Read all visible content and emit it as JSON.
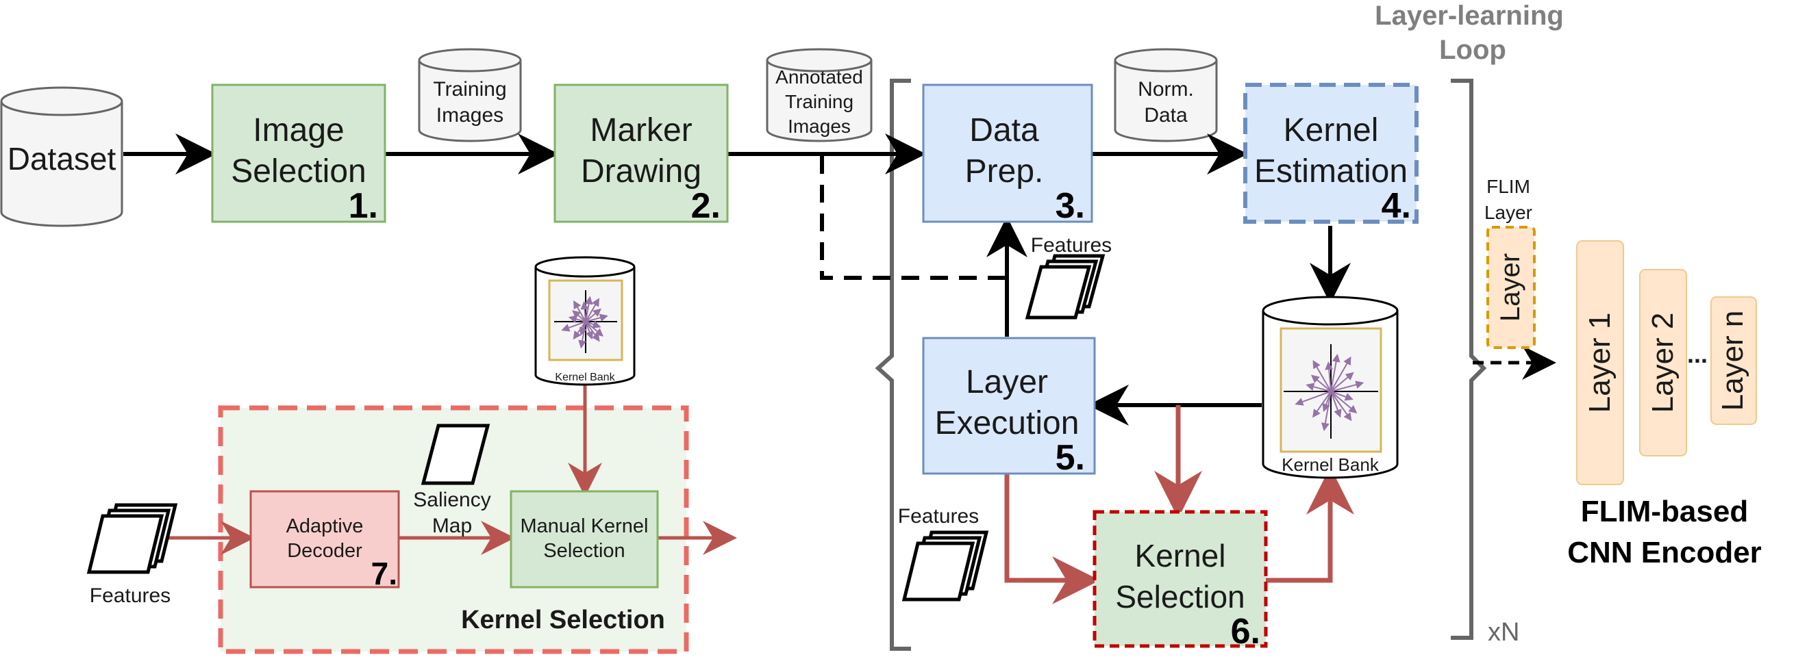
{
  "loop_title": [
    "Layer-learning",
    "Loop"
  ],
  "dataset": "Dataset",
  "image_selection": {
    "line1": "Image",
    "line2": "Selection",
    "num": "1."
  },
  "training_images": {
    "line1": "Training",
    "line2": "Images"
  },
  "marker_drawing": {
    "line1": "Marker",
    "line2": "Drawing",
    "num": "2."
  },
  "annotated_images": {
    "line1": "Annotated",
    "line2": "Training",
    "line3": "Images"
  },
  "data_prep": {
    "line1": "Data",
    "line2": "Prep.",
    "num": "3."
  },
  "norm_data": {
    "line1": "Norm.",
    "line2": "Data"
  },
  "kernel_estimation": {
    "line1": "Kernel",
    "line2": "Estimation",
    "num": "4."
  },
  "layer_execution": {
    "line1": "Layer",
    "line2": "Execution",
    "num": "5."
  },
  "kernel_selection_box": {
    "line1": "Kernel",
    "line2": "Selection",
    "num": "6."
  },
  "features": "Features",
  "kernel_bank": "Kernel Bank",
  "adaptive_decoder": {
    "line1": "Adaptive",
    "line2": "Decoder",
    "num": "7."
  },
  "saliency_map": {
    "line1": "Saliency",
    "line2": "Map"
  },
  "manual_kernel": {
    "line1": "Manual Kernel",
    "line2": "Selection"
  },
  "kernel_selection_panel": "Kernel Selection",
  "flim_layer": {
    "line1": "FLIM",
    "line2": "Layer",
    "box": "Layer"
  },
  "repeat": "xN",
  "encoder_layers": [
    "Layer 1",
    "Layer 2",
    "Layer n"
  ],
  "ellipsis": "...",
  "encoder_title": [
    "FLIM-based",
    "CNN Encoder"
  ],
  "colors": {
    "green_fill": "#d5e8d4",
    "green_stroke": "#82b366",
    "blue_fill": "#dae8fc",
    "blue_stroke": "#6c8ebf",
    "red_fill": "#f8cecc",
    "red_stroke": "#b85450",
    "red_arrow": "#b85450",
    "orange_fill": "#ffe6cc",
    "orange_stroke": "#d6b656",
    "panel_fill": "#eef5ea",
    "panel_stroke": "#ea6b66"
  }
}
